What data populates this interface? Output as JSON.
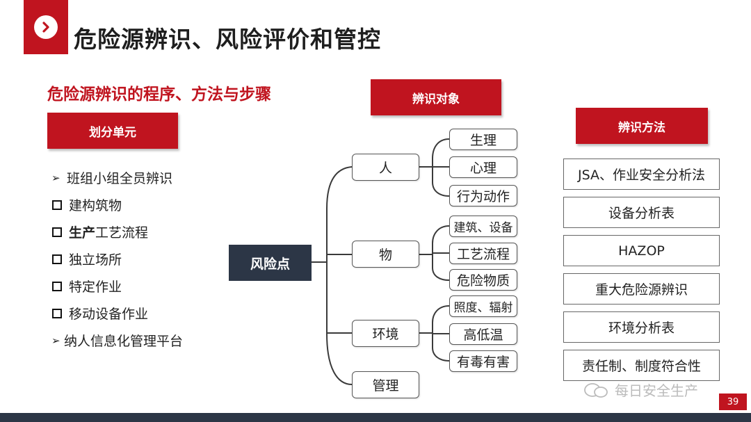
{
  "header": {
    "title": "危险源辨识、风险评价和管控"
  },
  "subtitle": "危险源辨识的程序、方法与步骤",
  "units": {
    "heading": "划分单元",
    "items": [
      {
        "marker": "arrow",
        "text": "班组小组全员辨识"
      },
      {
        "marker": "square",
        "text": "建构筑物"
      },
      {
        "marker": "square",
        "bold_prefix": "生产",
        "text": "工艺流程"
      },
      {
        "marker": "square",
        "text": "独立场所"
      },
      {
        "marker": "square",
        "text": "特定作业"
      },
      {
        "marker": "square",
        "text": "移动设备作业"
      },
      {
        "marker": "arrow",
        "text": "纳人信息化管理平台"
      }
    ]
  },
  "objects": {
    "heading": "辨识对象",
    "root": "风险点",
    "branches": [
      {
        "label": "人",
        "leaves": [
          "生理",
          "心理",
          "行为动作"
        ]
      },
      {
        "label": "物",
        "leaves": [
          "建筑、设备",
          "工艺流程",
          "危险物质"
        ]
      },
      {
        "label": "环境",
        "leaves": [
          "照度、辐射",
          "高低温",
          "有毒有害"
        ]
      },
      {
        "label": "管理",
        "leaves": []
      }
    ]
  },
  "methods": {
    "heading": "辨识方法",
    "items": [
      "JSA、作业安全分析法",
      "设备分析表",
      "HAZOP",
      "重大危险源辨识",
      "环境分析表",
      "责任制、制度符合性"
    ]
  },
  "watermark": "每日安全生产",
  "page_number": "39",
  "colors": {
    "accent": "#c0141f",
    "dark": "#2c3646"
  }
}
